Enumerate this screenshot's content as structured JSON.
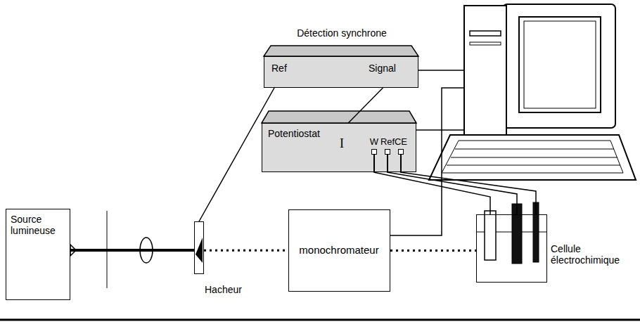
{
  "diagram": {
    "nodes": [
      {
        "text": [
          "Détection synchrone",
          "Ref",
          "Signal"
        ]
      },
      {
        "text": [
          "Potentiostat",
          "I",
          "W",
          "Ref",
          "CE"
        ]
      },
      {
        "text": [
          "Source lumineuse"
        ]
      },
      {
        "text": [
          "Hacheur"
        ]
      },
      {
        "text": [
          "monochromateur"
        ]
      },
      {
        "text": [
          "Cellule électrochimique"
        ]
      }
    ],
    "edges": [
      {
        "from": 0,
        "to": 3,
        "arrow": "none"
      },
      {
        "from": 0,
        "to": 1,
        "arrow": "none"
      },
      {
        "from": 1,
        "to": 5,
        "arrow": "none"
      },
      {
        "from": 1,
        "to": 5,
        "arrow": "none"
      },
      {
        "from": 1,
        "to": 5,
        "arrow": "none"
      },
      {
        "from": 2,
        "to": 3,
        "arrow": "none"
      },
      {
        "from": 3,
        "to": 4,
        "arrow": "none"
      },
      {
        "from": 4,
        "to": 5,
        "arrow": "none"
      }
    ]
  }
}
